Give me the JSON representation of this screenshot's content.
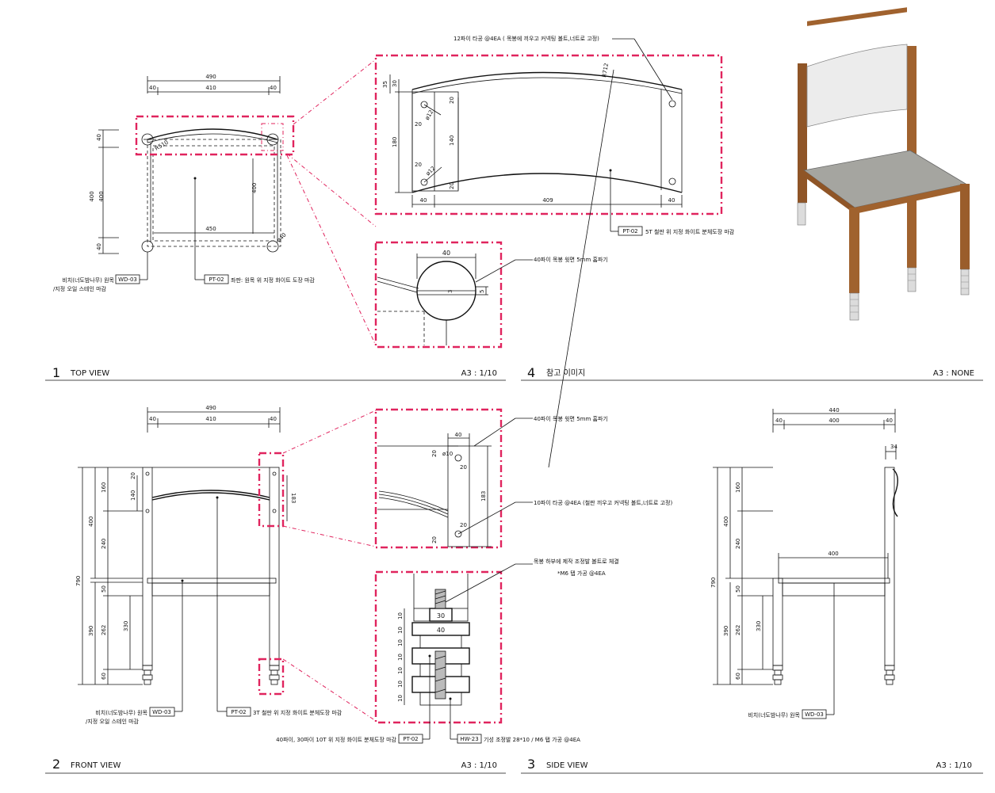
{
  "colors": {
    "accent": "#e0245e",
    "chair_wood": "#a0622e",
    "chair_panel": "#e9e9e9",
    "chair_seat": "#a5a5a0"
  },
  "panels": {
    "top_view": {
      "num": "1",
      "title": "TOP VIEW",
      "scale": "A3 : 1/10"
    },
    "reference": {
      "num": "4",
      "title": "참고 이미지",
      "scale": "A3 : NONE"
    },
    "front_view": {
      "num": "2",
      "title": "FRONT VIEW",
      "scale": "A3 : 1/10"
    },
    "side_view": {
      "num": "3",
      "title": "SIDE VIEW",
      "scale": "A3 : 1/10"
    }
  },
  "tags": {
    "wd03": "WD-03",
    "pt02": "PT-02",
    "hw23": "HW-23"
  },
  "notes": {
    "top_hole": "12파이 타공 @4EA ( 목봉에 끼우고 커넥팅 볼트,너트로 고정)",
    "top_pt02": "5T 철판 위 지정 화이트 분체도장 마감",
    "top_groove": "40파이 목봉 윗면 5mm 홈파기",
    "wood_l1": "비치(너도밤나무) 원목",
    "wood_l2": "/지정 오일 스테인 마감",
    "seat_pt02": "좌판: 원목 위 지정 화이트 도장 마감",
    "front_groove": "40파이 목봉 윗면 5mm 홈파기",
    "front_hole": "10파이 타공 @4EA (철판 끼우고 커넥팅 볼트,너트로 고정)",
    "bolt_l1": "목봉 하부에 제작 조정발 볼트로 체결",
    "bolt_l2": "*M6 탭 가공 @4EA",
    "front_pt02": "3T 철판 위 지정 화이트 분체도장 마감",
    "foot_pt02_prefix": "40파이, 30파이 10T 위 지정 화이트 분체도장 마감",
    "hw23_text": "기성 조정발 28*10 / M6 탭 가공 @4EA",
    "side_wood": "비치(너도밤나무) 원목"
  },
  "dims": {
    "top": {
      "w490": "490",
      "w40a": "40",
      "w410": "410",
      "w40b": "40",
      "h40a": "40",
      "h400": "400",
      "h40b": "40",
      "h400r": "400",
      "w450": "450",
      "r40": "ø40",
      "r510": "R510"
    },
    "detail": {
      "d35": "35",
      "d30": "30",
      "d180": "180",
      "d20a": "20",
      "d12a": "ø12",
      "d20b": "20",
      "d140": "140",
      "d20c": "20",
      "d12b": "ø12",
      "d20d": "20",
      "d40a": "40",
      "d409": "409",
      "d40b": "40",
      "r712": "R712"
    },
    "groove": {
      "w40": "40",
      "d3": "3",
      "d5": "5"
    },
    "front": {
      "w490": "490",
      "w40a": "40",
      "w410": "410",
      "w40b": "40",
      "h790": "790",
      "h160": "160",
      "h400": "400",
      "h240": "240",
      "h50": "50",
      "h390": "390",
      "h262": "262",
      "h60": "60",
      "h140": "140",
      "h20": "20",
      "h330": "330",
      "h183": "183"
    },
    "plate": {
      "w40": "40",
      "d20a": "20",
      "d10": "ø10",
      "d20b": "20",
      "d183": "183",
      "d20c": "20",
      "d20d": "20"
    },
    "foot": {
      "d30": "30",
      "d40": "40",
      "t1": "10",
      "t2": "10",
      "t3": "10",
      "t4": "10",
      "t5": "10",
      "t6": "10",
      "t7": "10"
    },
    "side": {
      "w440": "440",
      "w40a": "40",
      "w400": "400",
      "w40b": "40",
      "d34": "34",
      "h790": "790",
      "h160": "160",
      "h400": "400",
      "h240": "240",
      "h50": "50",
      "h390": "390",
      "h262": "262",
      "h60": "60",
      "h330": "330",
      "w400s": "400"
    }
  }
}
